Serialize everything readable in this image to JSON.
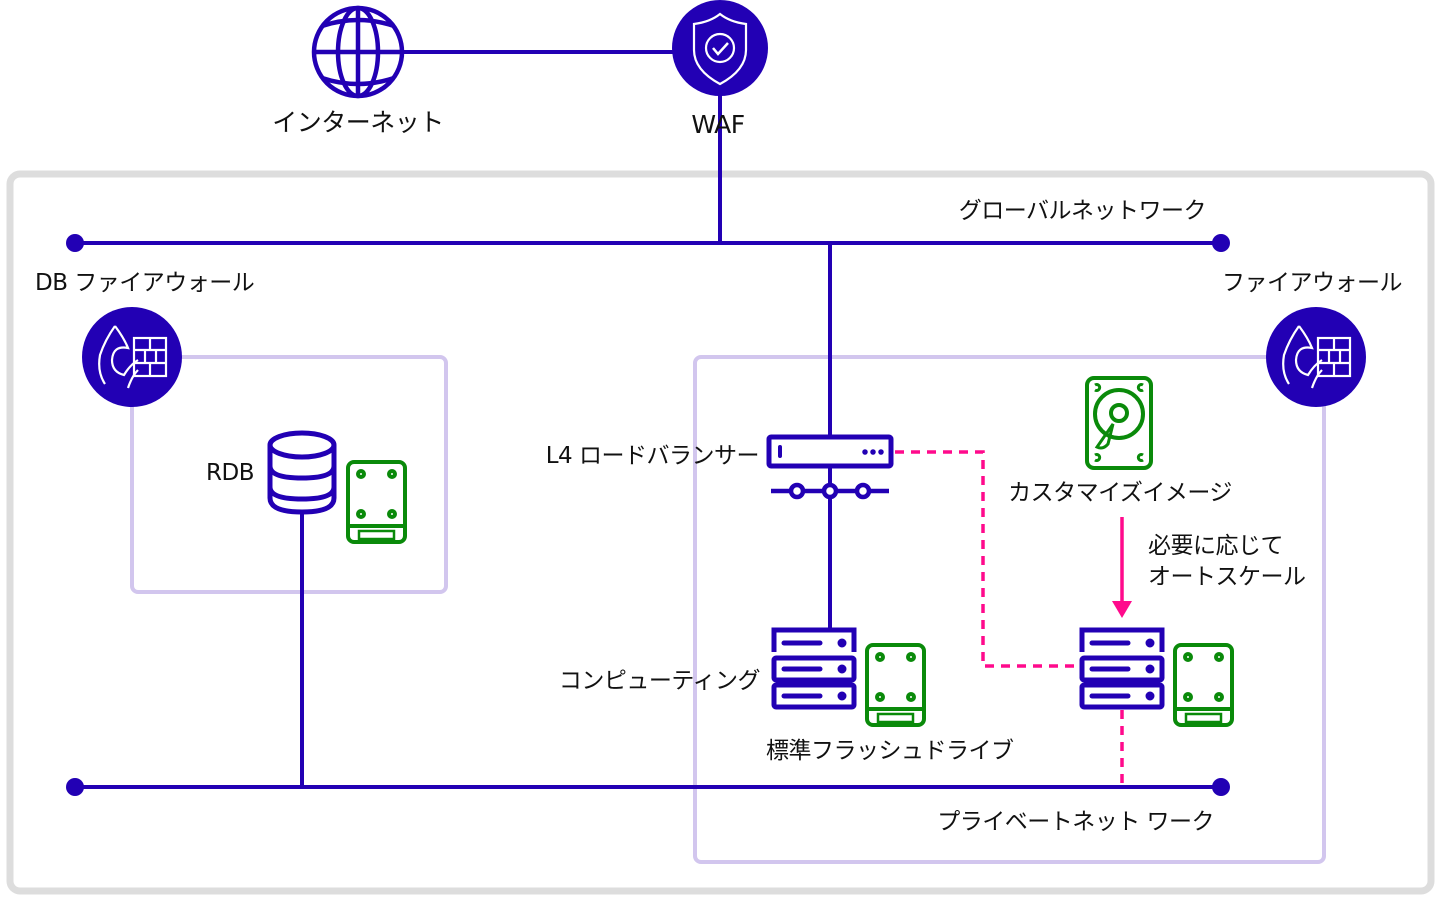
{
  "colors": {
    "primary": "#2200b4",
    "storage": "#0a8a0a",
    "autoscale": "#ff0a8c",
    "zone_border": "#d2c6ee",
    "outer_border": "#dddddd"
  },
  "nodes": {
    "internet": {
      "label": "インターネット",
      "icon": "globe-icon"
    },
    "waf": {
      "label": "WAF",
      "icon": "shield-check-icon"
    },
    "global_network": {
      "label": "グローバルネットワーク"
    },
    "db_firewall": {
      "label": "DB ファイアウォール",
      "icon": "firewall-icon"
    },
    "firewall": {
      "label": "ファイアウォール",
      "icon": "firewall-icon"
    },
    "rdb": {
      "label": "RDB",
      "icon": "database-icon"
    },
    "load_balancer": {
      "label": "L4 ロードバランサー",
      "icon": "load-balancer-icon"
    },
    "custom_image": {
      "label": "カスタマイズイメージ",
      "icon": "hard-disk-icon"
    },
    "autoscale": {
      "line1": "必要に応じて",
      "line2": "オートスケール"
    },
    "computing": {
      "label": "コンピューティング",
      "icon": "server-icon"
    },
    "flash_drive": {
      "label": "標準フラッシュドライブ",
      "icon": "ssd-icon"
    },
    "private_network": {
      "label": "プライベートネット ワーク"
    }
  }
}
